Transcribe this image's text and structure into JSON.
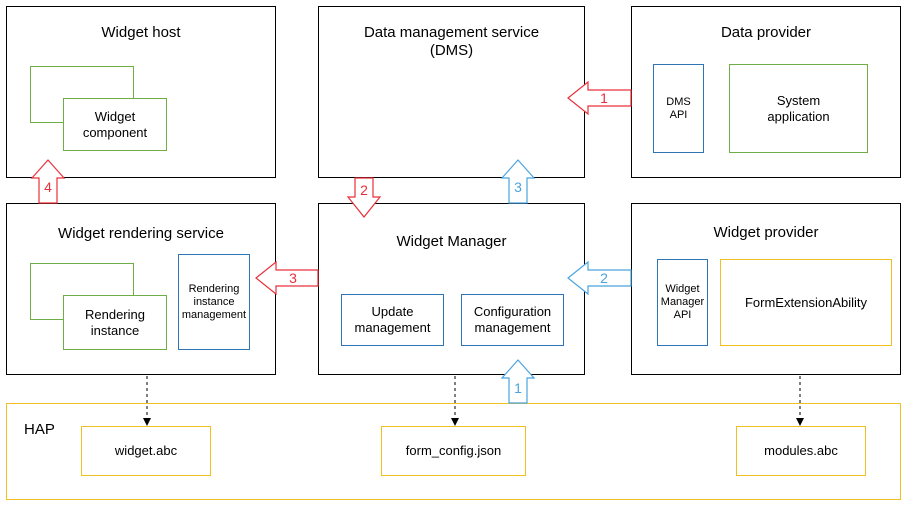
{
  "boxes": {
    "widget_host": "Widget host",
    "dms": "Data management service\n(DMS)",
    "data_provider": "Data provider",
    "widget_rendering_service": "Widget rendering service",
    "widget_manager": "Widget Manager",
    "widget_provider": "Widget provider",
    "hap": "HAP"
  },
  "inner": {
    "widget_component": "Widget\ncomponent",
    "dms_api": "DMS\nAPI",
    "system_application": "System\napplication",
    "rendering_instance": "Rendering\ninstance",
    "rendering_instance_management": "Rendering\ninstance\nmanagement",
    "update_management": "Update\nmanagement",
    "configuration_management": "Configuration\nmanagement",
    "widget_manager_api": "Widget\nManager\nAPI",
    "form_extension_ability": "FormExtensionAbility",
    "widget_abc": "widget.abc",
    "form_config_json": "form_config.json",
    "modules_abc": "modules.abc"
  },
  "arrows": {
    "a1_red": "1",
    "a2_red": "2",
    "a3_red": "3",
    "a4_red": "4",
    "a1_blue": "1",
    "a2_blue": "2",
    "a3_blue": "3"
  },
  "colors": {
    "red": "#e8303a",
    "blue": "#4aa3df",
    "green": "#70ad47",
    "dark_blue": "#2e75b6",
    "gold": "#f0c020"
  }
}
